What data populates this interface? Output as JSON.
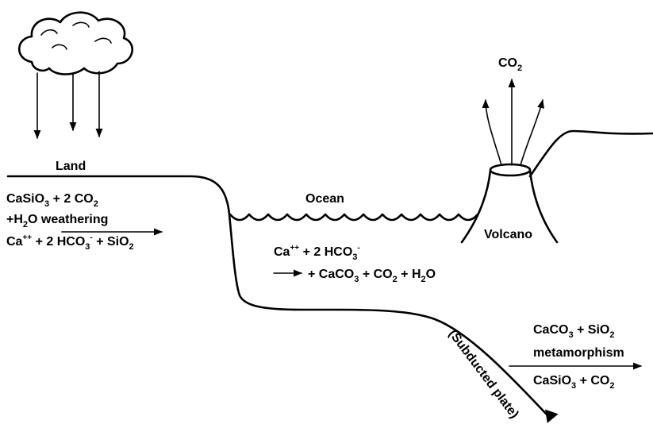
{
  "labels": {
    "land": "Land",
    "ocean": "Ocean",
    "volcano": "Volcano",
    "subducted": "(Subducted plate)",
    "co2_top": {
      "main": "CO",
      "sub": "2"
    }
  },
  "weathering": {
    "line1": [
      {
        "t": "CaSiO",
        "k": "n"
      },
      {
        "t": "3",
        "k": "sub"
      },
      {
        "t": " + 2 CO",
        "k": "n"
      },
      {
        "t": "2",
        "k": "sub"
      }
    ],
    "line2": [
      {
        "t": "+H",
        "k": "n"
      },
      {
        "t": "2",
        "k": "sub"
      },
      {
        "t": "O weathering",
        "k": "n"
      }
    ],
    "line3": [
      {
        "t": "Ca",
        "k": "n"
      },
      {
        "t": "++",
        "k": "sup"
      },
      {
        "t": " + 2 HCO",
        "k": "n"
      },
      {
        "t": "3",
        "k": "sub"
      },
      {
        "t": "-",
        "k": "sup"
      },
      {
        "t": " + SiO",
        "k": "n"
      },
      {
        "t": "2",
        "k": "sub"
      }
    ]
  },
  "ocean_reaction": {
    "line1": [
      {
        "t": "Ca",
        "k": "n"
      },
      {
        "t": "++",
        "k": "sup"
      },
      {
        "t": " + 2 HCO",
        "k": "n"
      },
      {
        "t": "3",
        "k": "sub"
      },
      {
        "t": "-",
        "k": "sup"
      }
    ],
    "line2": [
      {
        "t": "+ CaCO",
        "k": "n"
      },
      {
        "t": "3",
        "k": "sub"
      },
      {
        "t": " + CO",
        "k": "n"
      },
      {
        "t": "2",
        "k": "sub"
      },
      {
        "t": " + H",
        "k": "n"
      },
      {
        "t": "2",
        "k": "sub"
      },
      {
        "t": "O",
        "k": "n"
      }
    ]
  },
  "metamorphism": {
    "line1": [
      {
        "t": "CaCO",
        "k": "n"
      },
      {
        "t": "3",
        "k": "sub"
      },
      {
        "t": " + SiO",
        "k": "n"
      },
      {
        "t": "2",
        "k": "sub"
      }
    ],
    "line2": [
      {
        "t": "metamorphism",
        "k": "n"
      }
    ],
    "line3": [
      {
        "t": "CaSiO",
        "k": "n"
      },
      {
        "t": "3",
        "k": "sub"
      },
      {
        "t": " + CO",
        "k": "n"
      },
      {
        "t": "2",
        "k": "sub"
      }
    ]
  }
}
